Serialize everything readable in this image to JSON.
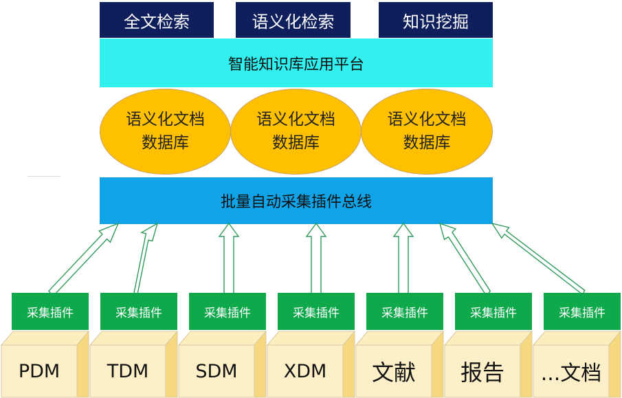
{
  "top_tabs": [
    "全文检索",
    "语义化检索",
    "知识挖掘"
  ],
  "platform_label": "智能知识库应用平台",
  "databases": [
    {
      "line1": "语义化文档",
      "line2": "数据库"
    },
    {
      "line1": "语义化文档",
      "line2": "数据库"
    },
    {
      "line1": "语义化文档",
      "line2": "数据库"
    }
  ],
  "bus_label": "批量自动采集插件总线",
  "plugins": [
    "采集插件",
    "采集插件",
    "采集插件",
    "采集插件",
    "采集插件",
    "采集插件",
    "采集插件"
  ],
  "sources": [
    "PDM",
    "TDM",
    "SDM",
    "XDM",
    "文献",
    "报告",
    "...文档"
  ],
  "colors": {
    "tab_bg": "#0f1f5c",
    "platform_bg": "#33f0f0",
    "db_fill": "#ffc000",
    "bus_bg": "#11a3e8",
    "plugin_bg": "#0fa84b",
    "cube_front": "#fdefc0",
    "cube_side": "#f6d97f",
    "arrow_stroke": "#2e9a5a"
  }
}
